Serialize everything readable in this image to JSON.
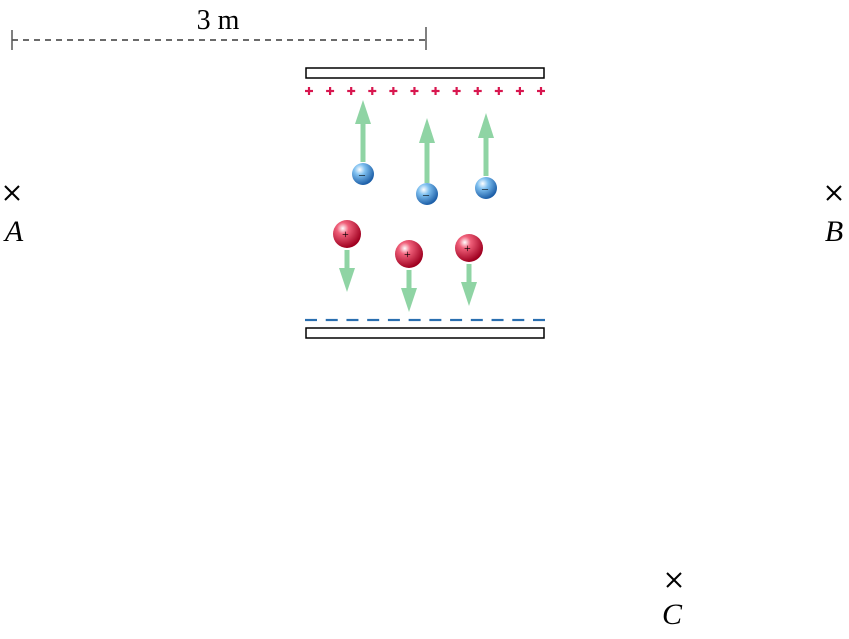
{
  "scale_label": "3 m",
  "points": [
    {
      "id": "A",
      "label": "A"
    },
    {
      "id": "B",
      "label": "B"
    },
    {
      "id": "C",
      "label": "C"
    }
  ],
  "top_plate": {
    "charge_sign": "+",
    "charge_count": 12
  },
  "bottom_plate": {
    "charge_sign": "–",
    "charge_count": 12
  },
  "electron_sign": "–",
  "proton_sign": "+",
  "colors": {
    "positive_charge": "#d8174f",
    "negative_charge": "#2a6fb0",
    "arrow": "#8fd4a4",
    "electron": "#2f86d6",
    "proton": "#c8102e",
    "plate_stroke": "#000000",
    "dash": "#555555"
  }
}
